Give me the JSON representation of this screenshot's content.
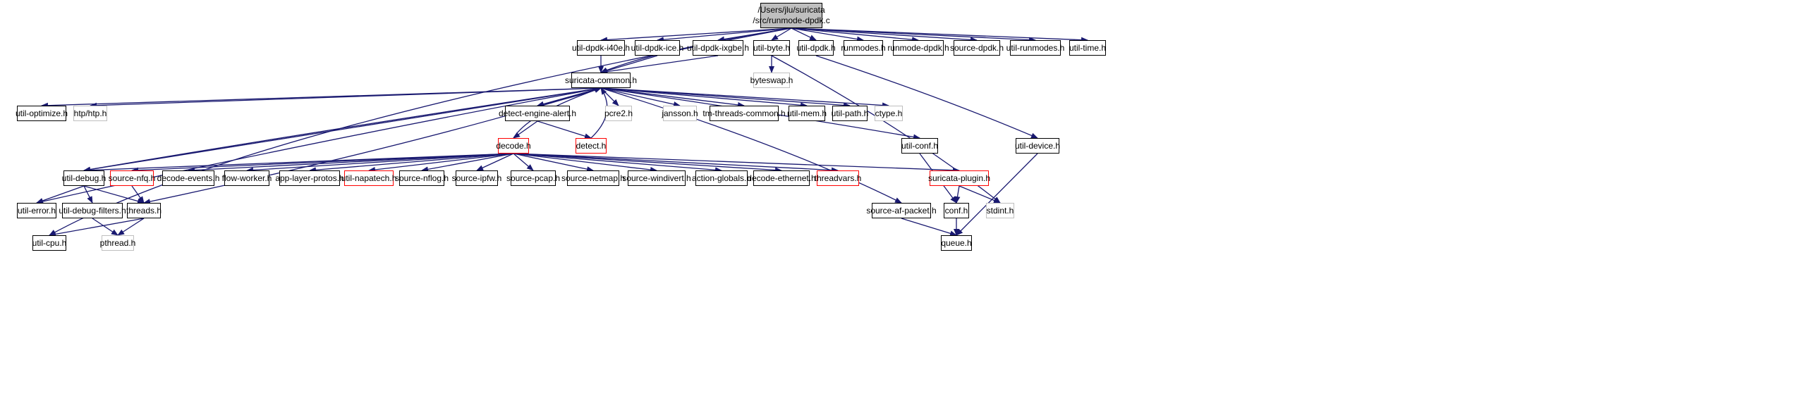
{
  "root": {
    "line1": "/Users/jlu/suricata",
    "line2": "/src/runmode-dpdk.c"
  },
  "nodes": {
    "util_dpdk_i40e": "util-dpdk-i40e.h",
    "util_dpdk_ice": "util-dpdk-ice.h",
    "util_dpdk_ixgbe": "util-dpdk-ixgbe.h",
    "util_byte": "util-byte.h",
    "util_dpdk": "util-dpdk.h",
    "runmodes": "runmodes.h",
    "runmode_dpdk": "runmode-dpdk.h",
    "source_dpdk": "source-dpdk.h",
    "util_runmodes": "util-runmodes.h",
    "util_time": "util-time.h",
    "byteswap": "byteswap.h",
    "suricata_common": "suricata-common.h",
    "util_optimize": "util-optimize.h",
    "htp": "htp/htp.h",
    "detect_engine_alert": "detect-engine-alert.h",
    "pcre2": "pcre2.h",
    "jansson": "jansson.h",
    "tm_threads_common": "tm-threads-common.h",
    "util_mem": "util-mem.h",
    "util_path": "util-path.h",
    "ctype": "ctype.h",
    "util_conf": "util-conf.h",
    "util_device": "util-device.h",
    "decode": "decode.h",
    "detect": "detect.h",
    "util_debug": "util-debug.h",
    "source_nfq": "source-nfq.h",
    "decode_events": "decode-events.h",
    "flow_worker": "flow-worker.h",
    "app_layer_protos": "app-layer-protos.h",
    "util_napatech": "util-napatech.h",
    "source_nflog": "source-nflog.h",
    "source_ipfw": "source-ipfw.h",
    "source_pcap": "source-pcap.h",
    "source_netmap": "source-netmap.h",
    "source_windivert": "source-windivert.h",
    "action_globals": "action-globals.h",
    "decode_ethernet": "decode-ethernet.h",
    "threadvars": "threadvars.h",
    "suricata_plugin": "suricata-plugin.h",
    "util_error": "util-error.h",
    "util_debug_filters": "util-debug-filters.h",
    "threads": "threads.h",
    "source_af_packet": "source-af-packet.h",
    "conf": "conf.h",
    "stdint": "stdint.h",
    "util_cpu": "util-cpu.h",
    "pthread": "pthread.h",
    "queue": "queue.h"
  },
  "colors": {
    "edge": "#191970",
    "plain_border": "#000000",
    "red_border": "#ff0000",
    "gray_border": "#bfbfbf",
    "root_fill": "#bfbfbf"
  }
}
